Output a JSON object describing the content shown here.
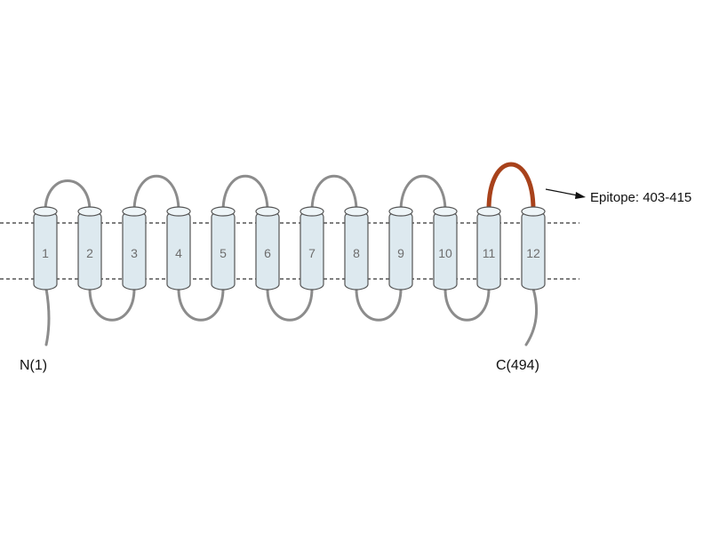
{
  "diagram": {
    "helices": [
      {
        "label": "1"
      },
      {
        "label": "2"
      },
      {
        "label": "3"
      },
      {
        "label": "4"
      },
      {
        "label": "5"
      },
      {
        "label": "6"
      },
      {
        "label": "7"
      },
      {
        "label": "8"
      },
      {
        "label": "9"
      },
      {
        "label": "10"
      },
      {
        "label": "11"
      },
      {
        "label": "12"
      }
    ],
    "n_terminus": "N(1)",
    "c_terminus": "C(494)",
    "epitope_label": "Epitope: 403-415",
    "colors": {
      "epitope_loop": "#a8421b",
      "loop": "#8c8c8c",
      "helix_fill": "#dde9ef"
    }
  }
}
